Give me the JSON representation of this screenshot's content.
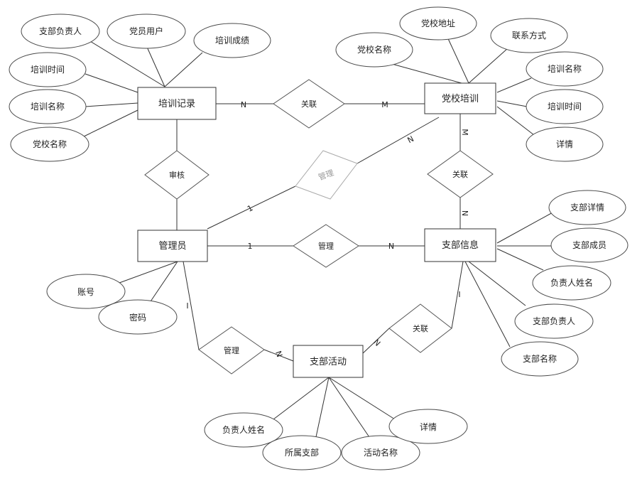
{
  "entities": {
    "training_record": "培训记录",
    "party_school_training": "党校培训",
    "admin": "管理员",
    "branch_info": "支部信息",
    "branch_activity": "支部活动"
  },
  "relationships": {
    "link_top": "关联",
    "review": "审核",
    "manage_faded": "管理",
    "link_right": "关联",
    "manage_mid": "管理",
    "manage_bottom": "管理",
    "link_bottom": "关联"
  },
  "attributes": {
    "training_record": [
      "支部负责人",
      "党员用户",
      "培训成绩",
      "培训时间",
      "培训名称",
      "党校名称"
    ],
    "party_school_training": [
      "党校地址",
      "联系方式",
      "党校名称",
      "培训名称",
      "培训时间",
      "详情"
    ],
    "branch_info": [
      "支部详情",
      "支部成员",
      "负责人姓名",
      "支部负责人",
      "支部名称"
    ],
    "admin": [
      "账号",
      "密码"
    ],
    "branch_activity": [
      "负责人姓名",
      "所属支部",
      "活动名称",
      "详情"
    ]
  },
  "cardinalities": {
    "top_left": "N",
    "top_right": "M",
    "school_down": "M",
    "info_up": "N",
    "faded_school": "N",
    "faded_admin": "1",
    "mid_admin": "1",
    "mid_info": "N",
    "admin_down": "I",
    "activity_left": "N",
    "activity_right": "N",
    "info_down": "I"
  }
}
